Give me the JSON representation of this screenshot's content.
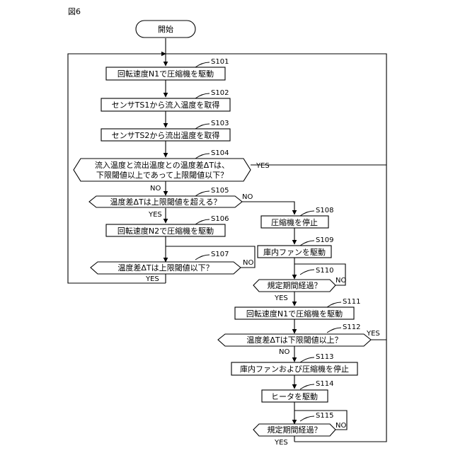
{
  "figure_label": "図6",
  "start": "開始",
  "steps": {
    "s101": {
      "id": "S101",
      "text": "回転速度N1で圧縮機を駆動"
    },
    "s102": {
      "id": "S102",
      "text": "センサTS1から流入温度を取得"
    },
    "s103": {
      "id": "S103",
      "text": "センサTS2から流出温度を取得"
    },
    "s104": {
      "id": "S104",
      "line1": "流入温度と流出温度との温度差ΔTは、",
      "line2": "下限閾値以上であって上限閾値以下？"
    },
    "s105": {
      "id": "S105",
      "text": "温度差ΔTは上限閾値を超える？"
    },
    "s106": {
      "id": "S106",
      "text": "回転速度N2で圧縮機を駆動"
    },
    "s107": {
      "id": "S107",
      "text": "温度差ΔTは上限閾値以下？"
    },
    "s108": {
      "id": "S108",
      "text": "圧縮機を停止"
    },
    "s109": {
      "id": "S109",
      "text": "庫内ファンを駆動"
    },
    "s110": {
      "id": "S110",
      "text": "規定期間経過？"
    },
    "s111": {
      "id": "S111",
      "text": "回転速度N1で圧縮機を駆動"
    },
    "s112": {
      "id": "S112",
      "text": "温度差ΔTは下限閾値以上？"
    },
    "s113": {
      "id": "S113",
      "text": "庫内ファンおよび圧縮機を停止"
    },
    "s114": {
      "id": "S114",
      "text": "ヒータを駆動"
    },
    "s115": {
      "id": "S115",
      "text": "規定期間経過？"
    }
  },
  "branch_labels": {
    "yes": "YES",
    "no": "NO"
  }
}
